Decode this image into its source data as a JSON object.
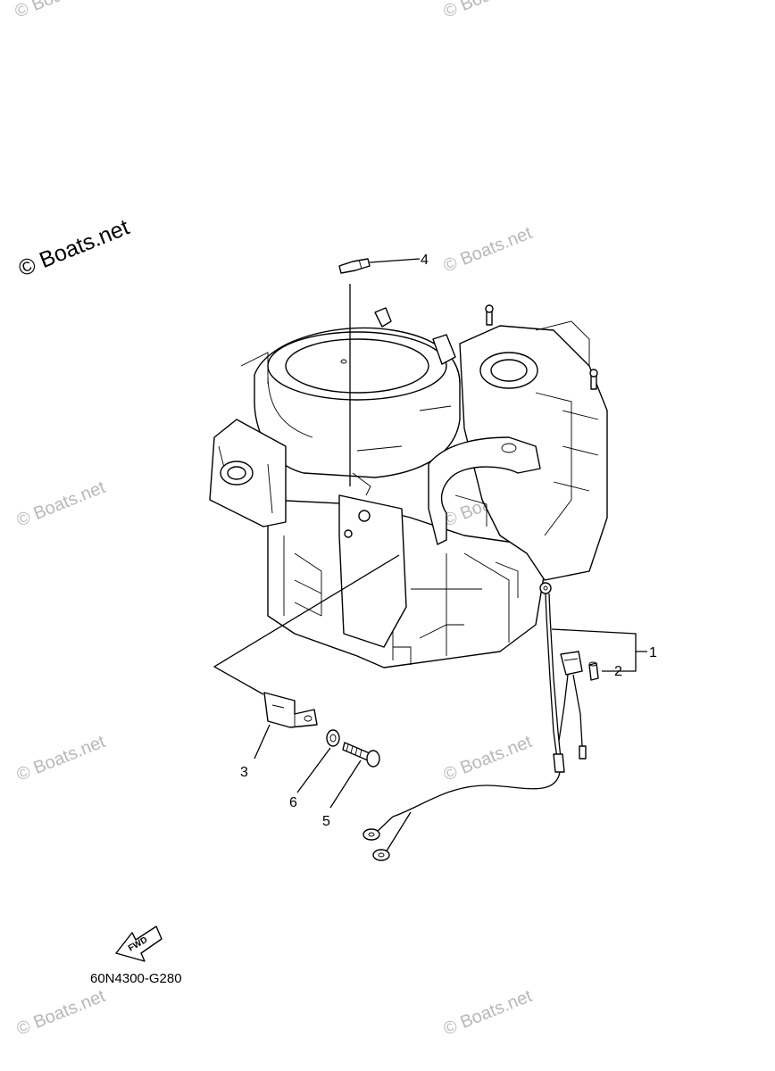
{
  "watermark": {
    "main": "© Boats.net",
    "repeat": "© Boats.net"
  },
  "callouts": {
    "c1": "1",
    "c2": "2",
    "c3": "3",
    "c4": "4",
    "c5": "5",
    "c6": "6"
  },
  "fwd_label": "FWD",
  "diagram_code": "60N4300-G280"
}
